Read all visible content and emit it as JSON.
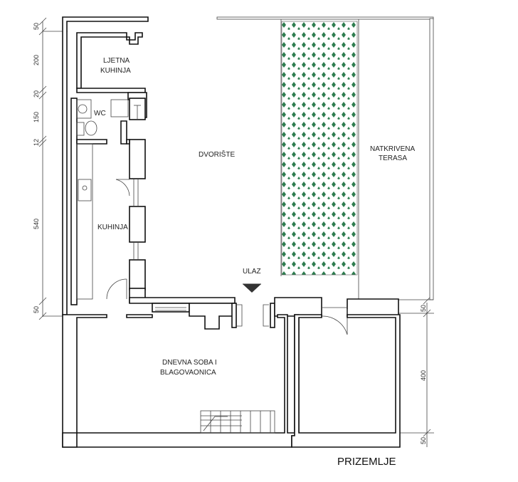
{
  "plan": {
    "title": "PRIZEMLJE",
    "rooms": {
      "ljetna_kuhinja_1": "LJETNA",
      "ljetna_kuhinja_2": "KUHINJA",
      "wc": "WC",
      "kuhinja": "KUHINJA",
      "dvoriste": "DVORIŠTE",
      "terasa_1": "NATKRIVENA",
      "terasa_2": "TERASA",
      "ulaz": "ULAZ",
      "dnevna_1": "DNEVNA SOBA I",
      "dnevna_2": "BLAGOVAONICA"
    },
    "dimensions_left": [
      "50",
      "200",
      "20",
      "150",
      "12",
      "540",
      "50"
    ],
    "dimensions_right": [
      "50",
      "400",
      "50"
    ]
  },
  "colors": {
    "wall": "#111111",
    "pattern": "#2e7d4f"
  }
}
